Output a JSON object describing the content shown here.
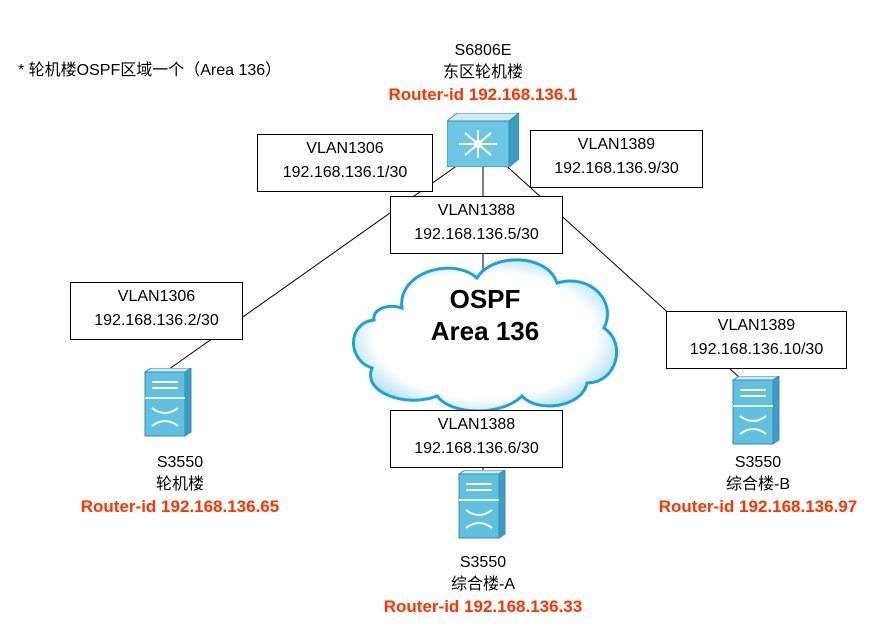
{
  "note": "* 轮机楼OSPF区域一个（Area 136）",
  "cloud": {
    "line1": "OSPF",
    "line2": "Area 136"
  },
  "core": {
    "model": "S6806E",
    "location": "东区轮机楼",
    "router_id": "Router-id 192.168.136.1"
  },
  "left_switch": {
    "model": "S3550",
    "location": "轮机楼",
    "router_id": "Router-id 192.168.136.65"
  },
  "mid_switch": {
    "model": "S3550",
    "location": "综合楼-A",
    "router_id": "Router-id 192.168.136.33"
  },
  "right_switch": {
    "model": "S3550",
    "location": "综合楼-B",
    "router_id": "Router-id 192.168.136.97"
  },
  "links": {
    "core_vlan1306": {
      "vlan": "VLAN1306",
      "ip": "192.168.136.1/30"
    },
    "core_vlan1389": {
      "vlan": "VLAN1389",
      "ip": "192.168.136.9/30"
    },
    "core_vlan1388": {
      "vlan": "VLAN1388",
      "ip": "192.168.136.5/30"
    },
    "left_vlan1306": {
      "vlan": "VLAN1306",
      "ip": "192.168.136.2/30"
    },
    "mid_vlan1388": {
      "vlan": "VLAN1388",
      "ip": "192.168.136.6/30"
    },
    "right_vlan1389": {
      "vlan": "VLAN1389",
      "ip": "192.168.136.10/30"
    }
  },
  "colors": {
    "router_id": "#ff3300",
    "switch_face": "#5fc0e0",
    "switch_light": "#dff3fa"
  },
  "icons": {
    "core": "layer3-core-switch-icon",
    "access": "multilayer-switch-icon"
  }
}
